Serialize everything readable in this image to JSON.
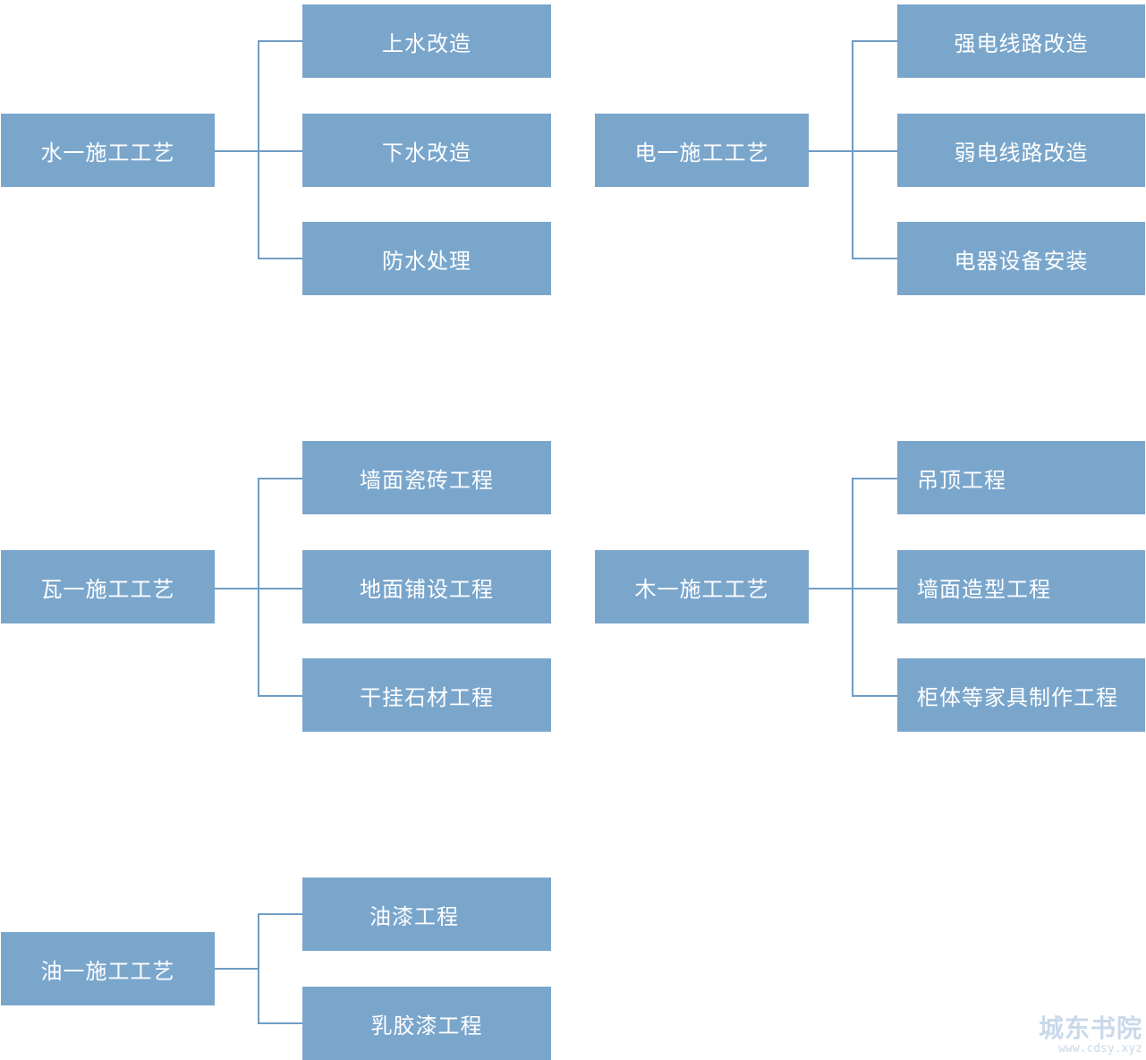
{
  "groups": [
    {
      "root": "水一施工工艺",
      "children": [
        "上水改造",
        "下水改造",
        "防水处理"
      ]
    },
    {
      "root": "电一施工工艺",
      "children": [
        "强电线路改造",
        "弱电线路改造",
        "电器设备安装"
      ]
    },
    {
      "root": "瓦一施工工艺",
      "children": [
        "墙面瓷砖工程",
        "地面铺设工程",
        "干挂石材工程"
      ]
    },
    {
      "root": "木一施工工艺",
      "children": [
        "吊顶工程",
        "墙面造型工程",
        "柜体等家具制作工程"
      ]
    },
    {
      "root": "油一施工工艺",
      "children": [
        "油漆工程",
        "乳胶漆工程"
      ]
    }
  ],
  "watermark": {
    "title": "城东书院",
    "url": "www.cdsy.xyz"
  },
  "colors": {
    "box": "#7aa6cc",
    "line": "#6f9cc4",
    "text": "#ffffff"
  }
}
